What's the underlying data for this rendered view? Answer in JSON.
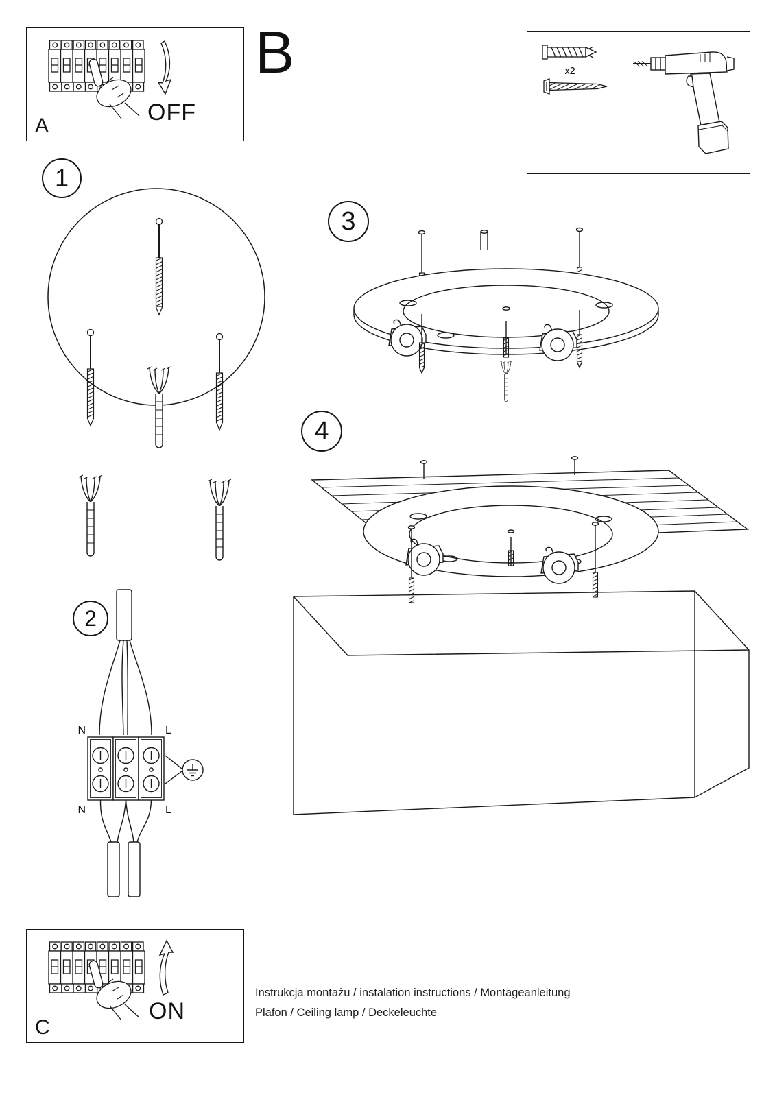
{
  "panel_a": {
    "label": "A",
    "state": "OFF"
  },
  "panel_b": {
    "label": "B"
  },
  "tools": {
    "count": "x2"
  },
  "steps": {
    "s1": "1",
    "s2": "2",
    "s3": "3",
    "s4": "4"
  },
  "wiring": {
    "n_top": "N",
    "l_top": "L",
    "n_bottom": "N",
    "l_bottom": "L"
  },
  "panel_c": {
    "label": "C",
    "state": "ON"
  },
  "footer": {
    "line1": "Instrukcja montażu / instalation instructions / Montageanleitung",
    "line2": "Plafon / Ceiling lamp / Deckeleuchte"
  },
  "colors": {
    "ink": "#1a1a1a",
    "paper": "#ffffff"
  }
}
